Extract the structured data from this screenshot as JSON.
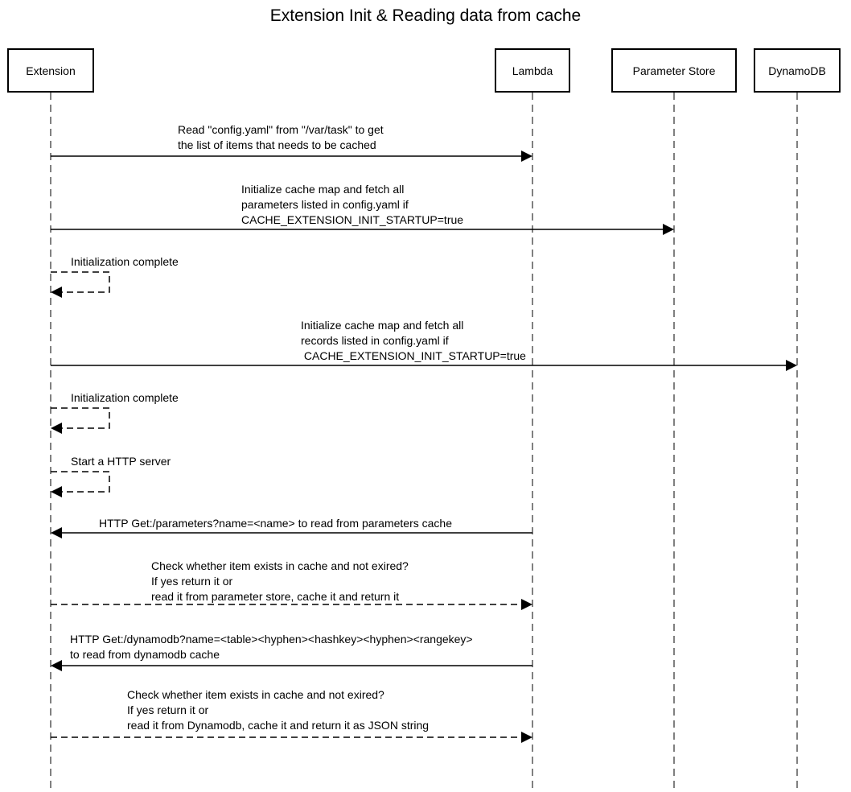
{
  "title": "Extension Init & Reading data from cache",
  "actors": [
    {
      "id": "extension",
      "label": "Extension"
    },
    {
      "id": "lambda",
      "label": "Lambda"
    },
    {
      "id": "parameter_store",
      "label": "Parameter Store"
    },
    {
      "id": "dynamodb",
      "label": "DynamoDB"
    }
  ],
  "messages": [
    {
      "from": "extension",
      "to": "lambda",
      "style": "solid",
      "lines": [
        "Read \"config.yaml\" from \"/var/task\" to get",
        "the list of items that needs to be cached"
      ]
    },
    {
      "from": "extension",
      "to": "parameter_store",
      "style": "solid",
      "lines": [
        "Initialize cache map and fetch all",
        "parameters listed in config.yaml if",
        "CACHE_EXTENSION_INIT_STARTUP=true"
      ]
    },
    {
      "from": "extension",
      "to": "extension",
      "style": "dashed",
      "lines": [
        "Initialization complete"
      ]
    },
    {
      "from": "extension",
      "to": "dynamodb",
      "style": "solid",
      "lines": [
        "Initialize cache map and fetch all",
        "records listed in config.yaml if",
        " CACHE_EXTENSION_INIT_STARTUP=true"
      ]
    },
    {
      "from": "extension",
      "to": "extension",
      "style": "dashed",
      "lines": [
        "Initialization complete"
      ]
    },
    {
      "from": "extension",
      "to": "extension",
      "style": "dashed",
      "lines": [
        "Start a HTTP server"
      ]
    },
    {
      "from": "lambda",
      "to": "extension",
      "style": "solid",
      "lines": [
        "HTTP Get:/parameters?name=<name> to read from parameters cache"
      ]
    },
    {
      "from": "extension",
      "to": "lambda",
      "style": "dashed",
      "lines": [
        "Check whether item exists in cache and not exired?",
        "If yes return it or",
        "read it from parameter store, cache it and return it"
      ]
    },
    {
      "from": "lambda",
      "to": "extension",
      "style": "solid",
      "lines": [
        "HTTP Get:/dynamodb?name=<table><hyphen><hashkey><hyphen><rangekey>",
        "to read from dynamodb cache"
      ]
    },
    {
      "from": "extension",
      "to": "lambda",
      "style": "dashed",
      "lines": [
        "Check whether item exists in cache and not exired?",
        "If yes return it or",
        "read it from Dynamodb, cache it and return it as JSON string"
      ]
    }
  ]
}
